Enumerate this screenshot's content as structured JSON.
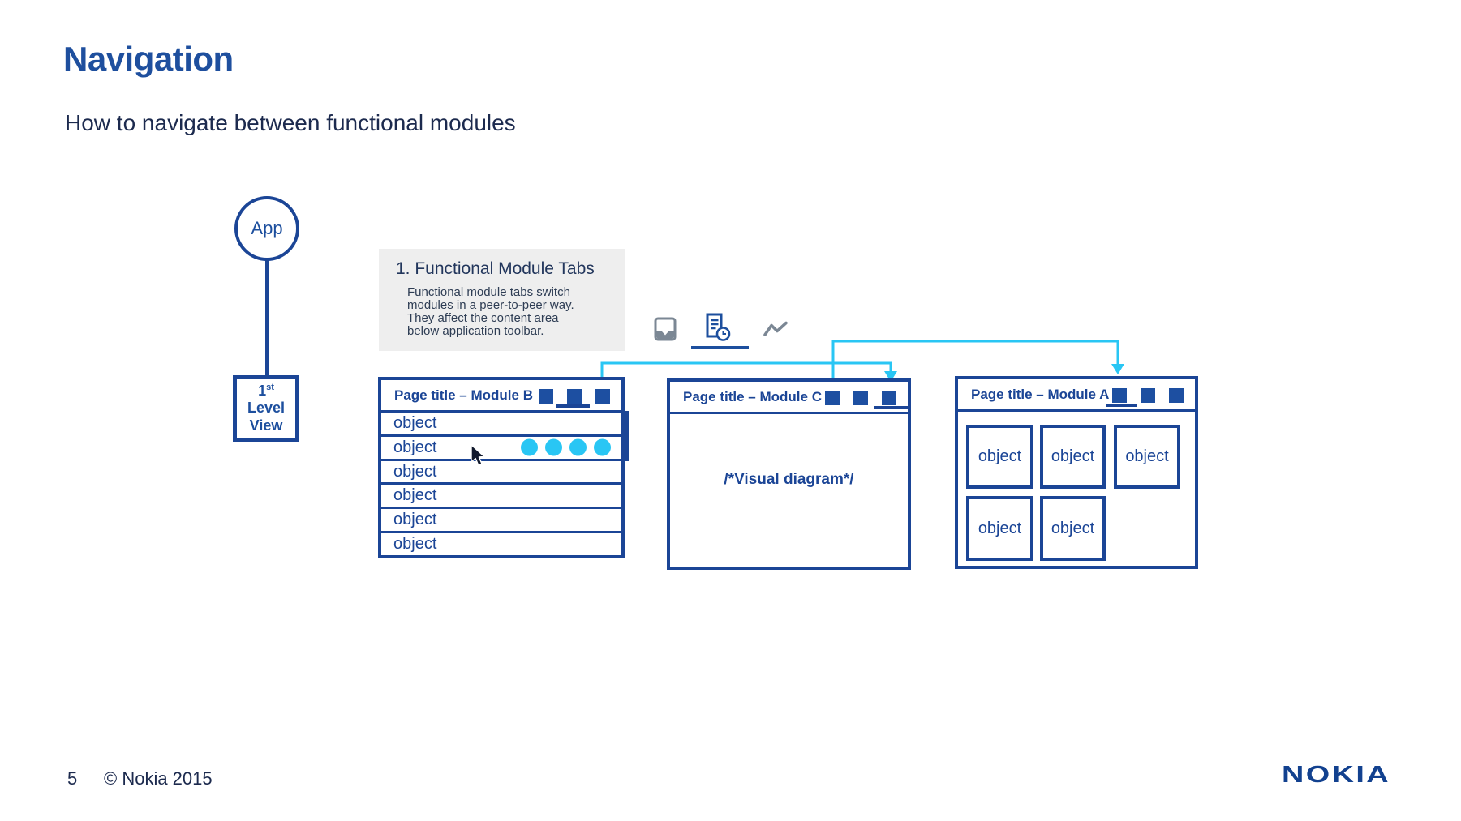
{
  "slide": {
    "title": "Navigation",
    "subtitle": "How to navigate between functional modules",
    "page_number": "5",
    "copyright": "© Nokia 2015",
    "brand_logo": "NOKIA"
  },
  "hierarchy": {
    "app_node": "App",
    "level_node": {
      "num": "1",
      "ordinal_suffix": "st",
      "line2": "Level",
      "line3": "View"
    }
  },
  "callout": {
    "heading": "1. Functional Module Tabs",
    "body_lines": [
      "Functional module tabs switch",
      "modules in a peer-to-peer way.",
      "They affect the content area",
      "below application toolbar."
    ]
  },
  "toolbar": {
    "icons": [
      {
        "name": "media-tray-icon",
        "state": "inactive"
      },
      {
        "name": "report-clock-icon",
        "state": "active"
      },
      {
        "name": "trend-chart-icon",
        "state": "inactive"
      }
    ]
  },
  "modules": {
    "b": {
      "title": "Page title – Module B",
      "rows": [
        "object",
        "object",
        "object",
        "object",
        "object",
        "object"
      ],
      "active_tab_index": 1,
      "dots_count": 4
    },
    "c": {
      "title": "Page title – Module C",
      "content": "/*Visual diagram*/",
      "active_tab_index": 2
    },
    "a": {
      "title": "Page title – Module A",
      "tiles": [
        "object",
        "object",
        "object",
        "object",
        "object"
      ],
      "active_tab_index": 0
    }
  },
  "colors": {
    "navy": "#1b4596",
    "tab_square": "#1d4fa1",
    "cyan": "#29c6f4",
    "icon_gray": "#7b8794",
    "callout_bg": "#eeeeee",
    "title_blue": "#1e4f9e",
    "text_dark": "#1c2a4e",
    "logo_blue": "#12418f"
  }
}
